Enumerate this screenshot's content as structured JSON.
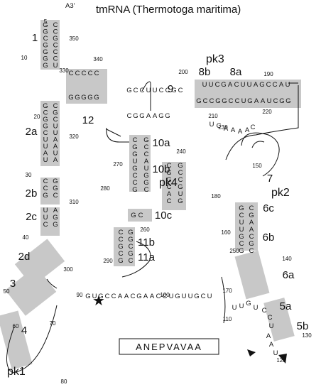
{
  "title": "tmRNA (Thermotoga maritima)",
  "peptide_tag": "ANEPVAVAA",
  "helix_labels": [
    "1",
    "2a",
    "2b",
    "2c",
    "2d",
    "3",
    "4",
    "5a",
    "5b",
    "6a",
    "6b",
    "6c",
    "7",
    "8a",
    "8b",
    "9",
    "10a",
    "10b",
    "10c",
    "11a",
    "11b",
    "12"
  ],
  "pseudoknots": [
    "pk1",
    "pk2",
    "pk3",
    "pk4"
  ],
  "position_numbers": [
    "5",
    "10",
    "20",
    "30",
    "40",
    "50",
    "60",
    "70",
    "80",
    "90",
    "100",
    "110",
    "120",
    "130",
    "140",
    "150",
    "160",
    "170",
    "180",
    "190",
    "200",
    "210",
    "220",
    "230",
    "240",
    "250",
    "260",
    "270",
    "280",
    "290",
    "300",
    "310",
    "320",
    "330",
    "340",
    "350"
  ],
  "three_prime_end": "A3'",
  "colors": {
    "stem_fill": "#c8c8c8",
    "ink": "#111111"
  },
  "mrna_like_sequence": "GUGCCAACGAACCUGUUGCU",
  "loop_5b": "UUGUCCUAAU",
  "helix_8_9_strand": "UUCGACUUAGCCAU",
  "helix_8_9_partner": "GCCGGCCUGAAUCGG",
  "helix_9_strand": "GCCUUCCGC",
  "helix_9_partner": "CGGAAGG",
  "loop_8a": "UCAAAAC",
  "helix_12_strand": "CCCCC",
  "helix_12_partner": "GGGGG"
}
